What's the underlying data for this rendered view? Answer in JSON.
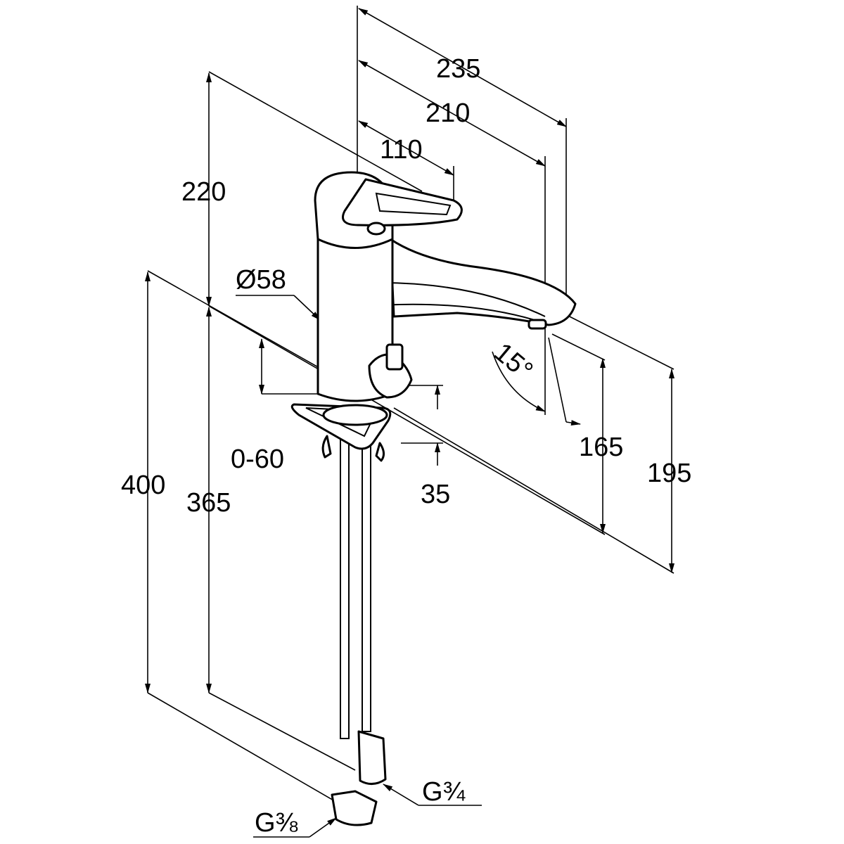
{
  "title": "Faucet technical dimension drawing",
  "dimensions": {
    "d235": "235",
    "d210": "210",
    "d110": "110",
    "d220": "220",
    "d58": "Ø58",
    "d400": "400",
    "d365": "365",
    "d0_60": "0-60",
    "d35": "35",
    "d15": "15°",
    "d165": "165",
    "d195": "195"
  },
  "connections": {
    "g34": "G¾",
    "g38": "G⅜"
  },
  "colors": {
    "line": "#000000",
    "background": "#ffffff"
  }
}
